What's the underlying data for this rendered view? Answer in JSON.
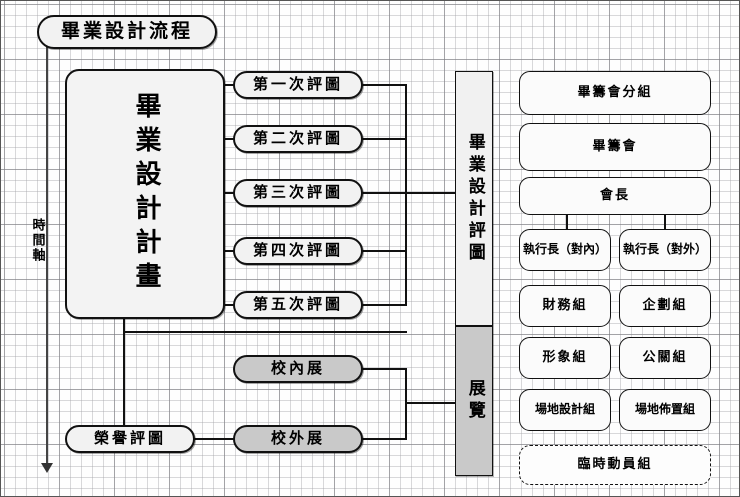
{
  "diagram": {
    "title": "畢業設計流程",
    "time_axis_label": "時間軸"
  },
  "main_plan": {
    "label": "畢業設計計畫"
  },
  "reviews": [
    {
      "label": "第一次評圖"
    },
    {
      "label": "第二次評圖"
    },
    {
      "label": "第三次評圖"
    },
    {
      "label": "第四次評圖"
    },
    {
      "label": "第五次評圖"
    }
  ],
  "honor_review": {
    "label": "榮譽評圖"
  },
  "exhibitions": [
    {
      "label": "校內展"
    },
    {
      "label": "校外展"
    }
  ],
  "stage_bars": [
    {
      "label": "畢業設計評圖"
    },
    {
      "label": "展覽"
    }
  ],
  "organization": {
    "committee_group": "畢籌會分組",
    "committee": "畢籌會",
    "chairman": "會長",
    "executives": [
      {
        "label": "執行長（對內）"
      },
      {
        "label": "執行長（對外）"
      }
    ],
    "teams": [
      {
        "label": "財務組"
      },
      {
        "label": "企劃組"
      },
      {
        "label": "形象組"
      },
      {
        "label": "公關組"
      },
      {
        "label": "場地設計組"
      },
      {
        "label": "場地佈置組"
      }
    ],
    "temporary_team": "臨時動員組"
  },
  "colors": {
    "line": "#111111",
    "fill_light": "#f2f2f2",
    "fill_gray": "#c9c9c9",
    "grid": "#787880"
  }
}
